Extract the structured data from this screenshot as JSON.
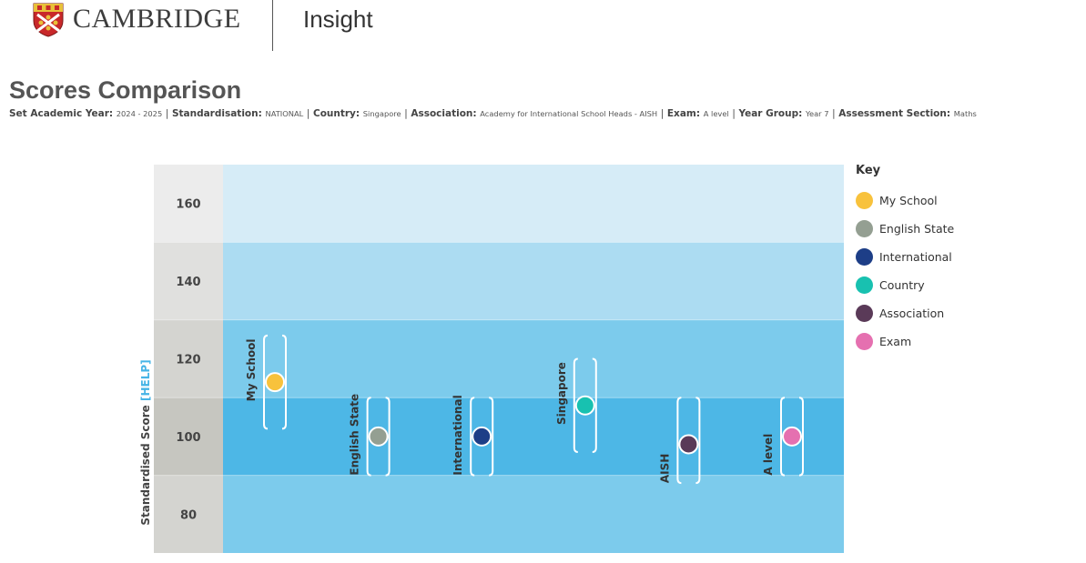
{
  "header": {
    "brand": "CAMBRIDGE",
    "app_name": "Insight",
    "crest_icon": "cambridge-crest"
  },
  "page_title": "Scores Comparison",
  "filters": [
    {
      "label": "Set Academic Year:",
      "value": "2024 - 2025"
    },
    {
      "label": "Standardisation:",
      "value": "NATIONAL"
    },
    {
      "label": "Country:",
      "value": "Singapore"
    },
    {
      "label": "Association:",
      "value": "Academy for International School Heads - AISH"
    },
    {
      "label": "Exam:",
      "value": "A level"
    },
    {
      "label": "Year Group:",
      "value": "Year 7"
    },
    {
      "label": "Assessment Section:",
      "value": "Maths"
    }
  ],
  "chart_data": {
    "type": "scatter",
    "ylabel": "Standardised Score",
    "ylabel_link": "[HELP]",
    "ylim": [
      70,
      170
    ],
    "bands": [
      {
        "label": "160",
        "from": 150,
        "to": 170,
        "color": "#d6ecf7",
        "label_bg": "#ececec"
      },
      {
        "label": "140",
        "from": 130,
        "to": 150,
        "color": "#acdcf2",
        "label_bg": "#e0e0de"
      },
      {
        "label": "120",
        "from": 110,
        "to": 130,
        "color": "#7ccbec",
        "label_bg": "#d4d4d0"
      },
      {
        "label": "100",
        "from": 90,
        "to": 110,
        "color": "#4db7e6",
        "label_bg": "#c6c6c0"
      },
      {
        "label": "80",
        "from": 70,
        "to": 90,
        "color": "#7ccbec",
        "label_bg": "#d4d4d0"
      }
    ],
    "points": [
      {
        "label": "My School",
        "series": "My School",
        "value": 114,
        "low": 102,
        "high": 126,
        "color": "#f8c23c"
      },
      {
        "label": "English State",
        "series": "English State",
        "value": 100,
        "low": 90,
        "high": 110,
        "color": "#949f92"
      },
      {
        "label": "International",
        "series": "International",
        "value": 100,
        "low": 90,
        "high": 110,
        "color": "#1d3e87"
      },
      {
        "label": "Singapore",
        "series": "Country",
        "value": 108,
        "low": 96,
        "high": 120,
        "color": "#18c1b0"
      },
      {
        "label": "AISH",
        "series": "Association",
        "value": 98,
        "low": 88,
        "high": 110,
        "color": "#5a3a58"
      },
      {
        "label": "A level",
        "series": "Exam",
        "value": 100,
        "low": 90,
        "high": 110,
        "color": "#e570b0"
      }
    ],
    "legend": {
      "title": "Key",
      "position": "right",
      "items": [
        {
          "name": "My School",
          "color": "#f8c23c"
        },
        {
          "name": "English State",
          "color": "#949f92"
        },
        {
          "name": "International",
          "color": "#1d3e87"
        },
        {
          "name": "Country",
          "color": "#18c1b0"
        },
        {
          "name": "Association",
          "color": "#5a3a58"
        },
        {
          "name": "Exam",
          "color": "#e570b0"
        }
      ]
    }
  }
}
